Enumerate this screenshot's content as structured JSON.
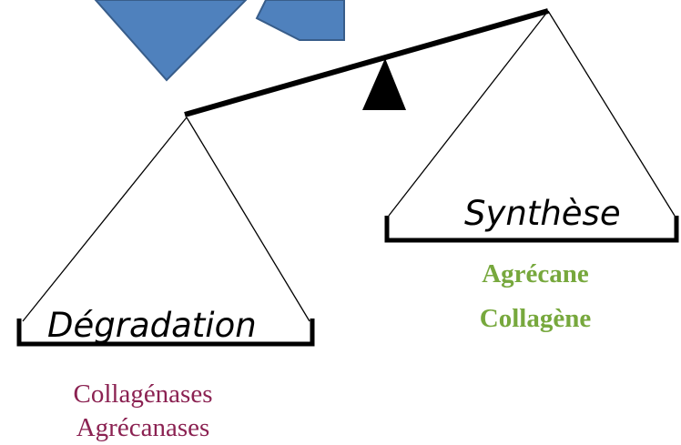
{
  "degradation": {
    "title": "Dégradation",
    "items": [
      "Collagénases",
      "Agrécanases"
    ],
    "color": "#8b2252"
  },
  "synthese": {
    "title": "Synthèse",
    "items": [
      "Agrécane",
      "Collagène"
    ],
    "color": "#77a83d"
  },
  "colors": {
    "arrow_fill": "#4f81bd",
    "arrow_stroke": "#385d8a",
    "beam": "#000000"
  }
}
